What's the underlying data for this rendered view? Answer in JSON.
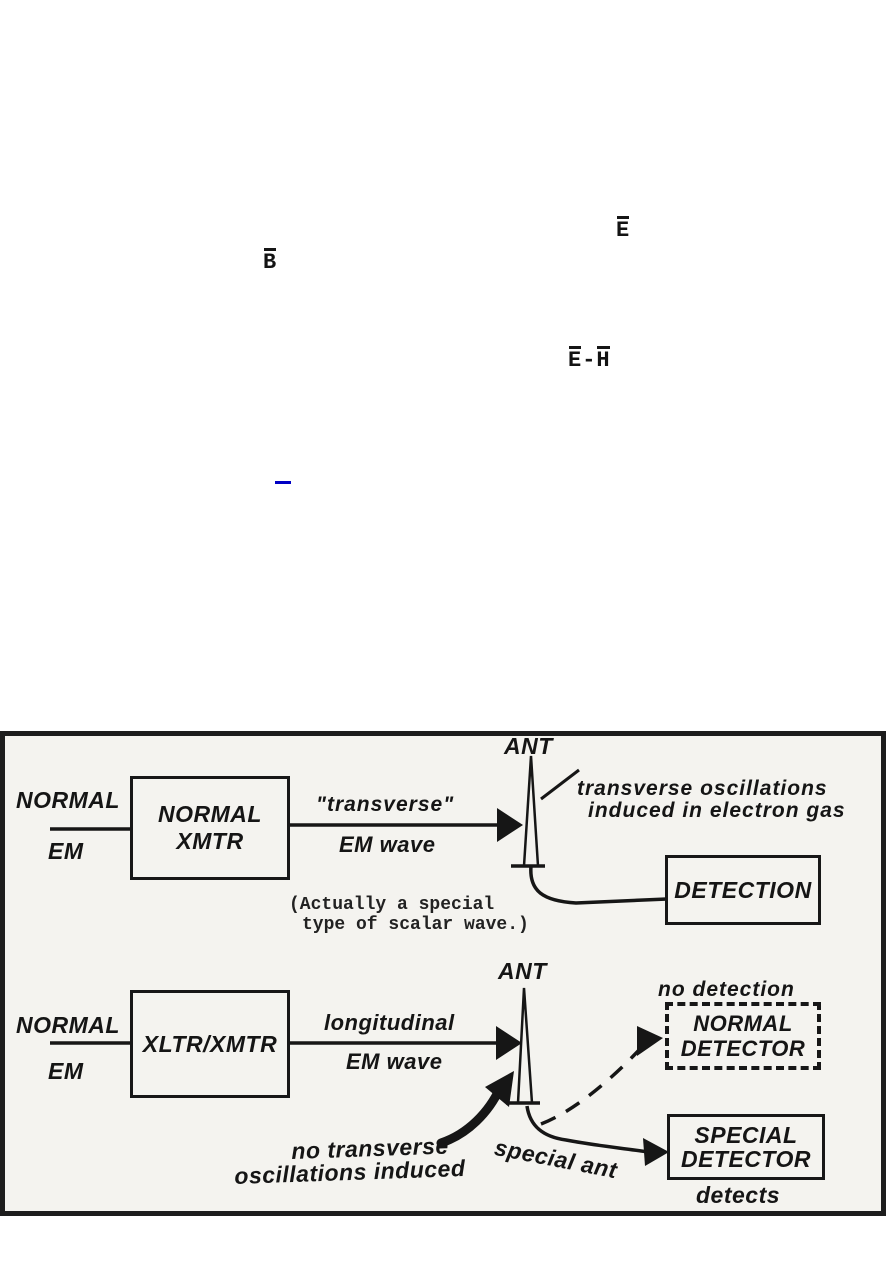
{
  "colors": {
    "ink": "#161616",
    "figure_background": "#f4f3ef",
    "link_blue": "#0000c4"
  },
  "symbols": {
    "b_bar": "B",
    "e_bar": "E",
    "eh_left": "E",
    "eh_dash": "-",
    "eh_right": "H"
  },
  "figure": {
    "top_row": {
      "source_line1": "NORMAL",
      "source_line2": "EM",
      "transmitter_line1": "NORMAL",
      "transmitter_line2": "XMTR",
      "wave_line1": "\"transverse\"",
      "wave_line2": "EM wave",
      "ant_label": "ANT",
      "oscillation_note_line1": "transverse oscillations",
      "oscillation_note_line2": "induced in electron gas",
      "scalar_note_line1": "(Actually a special",
      "scalar_note_line2": "type of scalar wave.)",
      "detection_box_label": "DETECTION"
    },
    "bottom_row": {
      "source_line1": "NORMAL",
      "source_line2": "EM",
      "transmitter_label": "XLTR/XMTR",
      "wave_line1": "longitudinal",
      "wave_line2": "EM wave",
      "ant_label": "ANT",
      "no_detection_label": "no detection",
      "normal_detector_line1": "NORMAL",
      "normal_detector_line2": "DETECTOR",
      "no_oscillation_line1": "no transverse",
      "no_oscillation_line2": "oscillations induced",
      "special_ant_label": "special ant",
      "special_detector_line1": "SPECIAL",
      "special_detector_line2": "DETECTOR",
      "detects_label": "detects"
    }
  }
}
